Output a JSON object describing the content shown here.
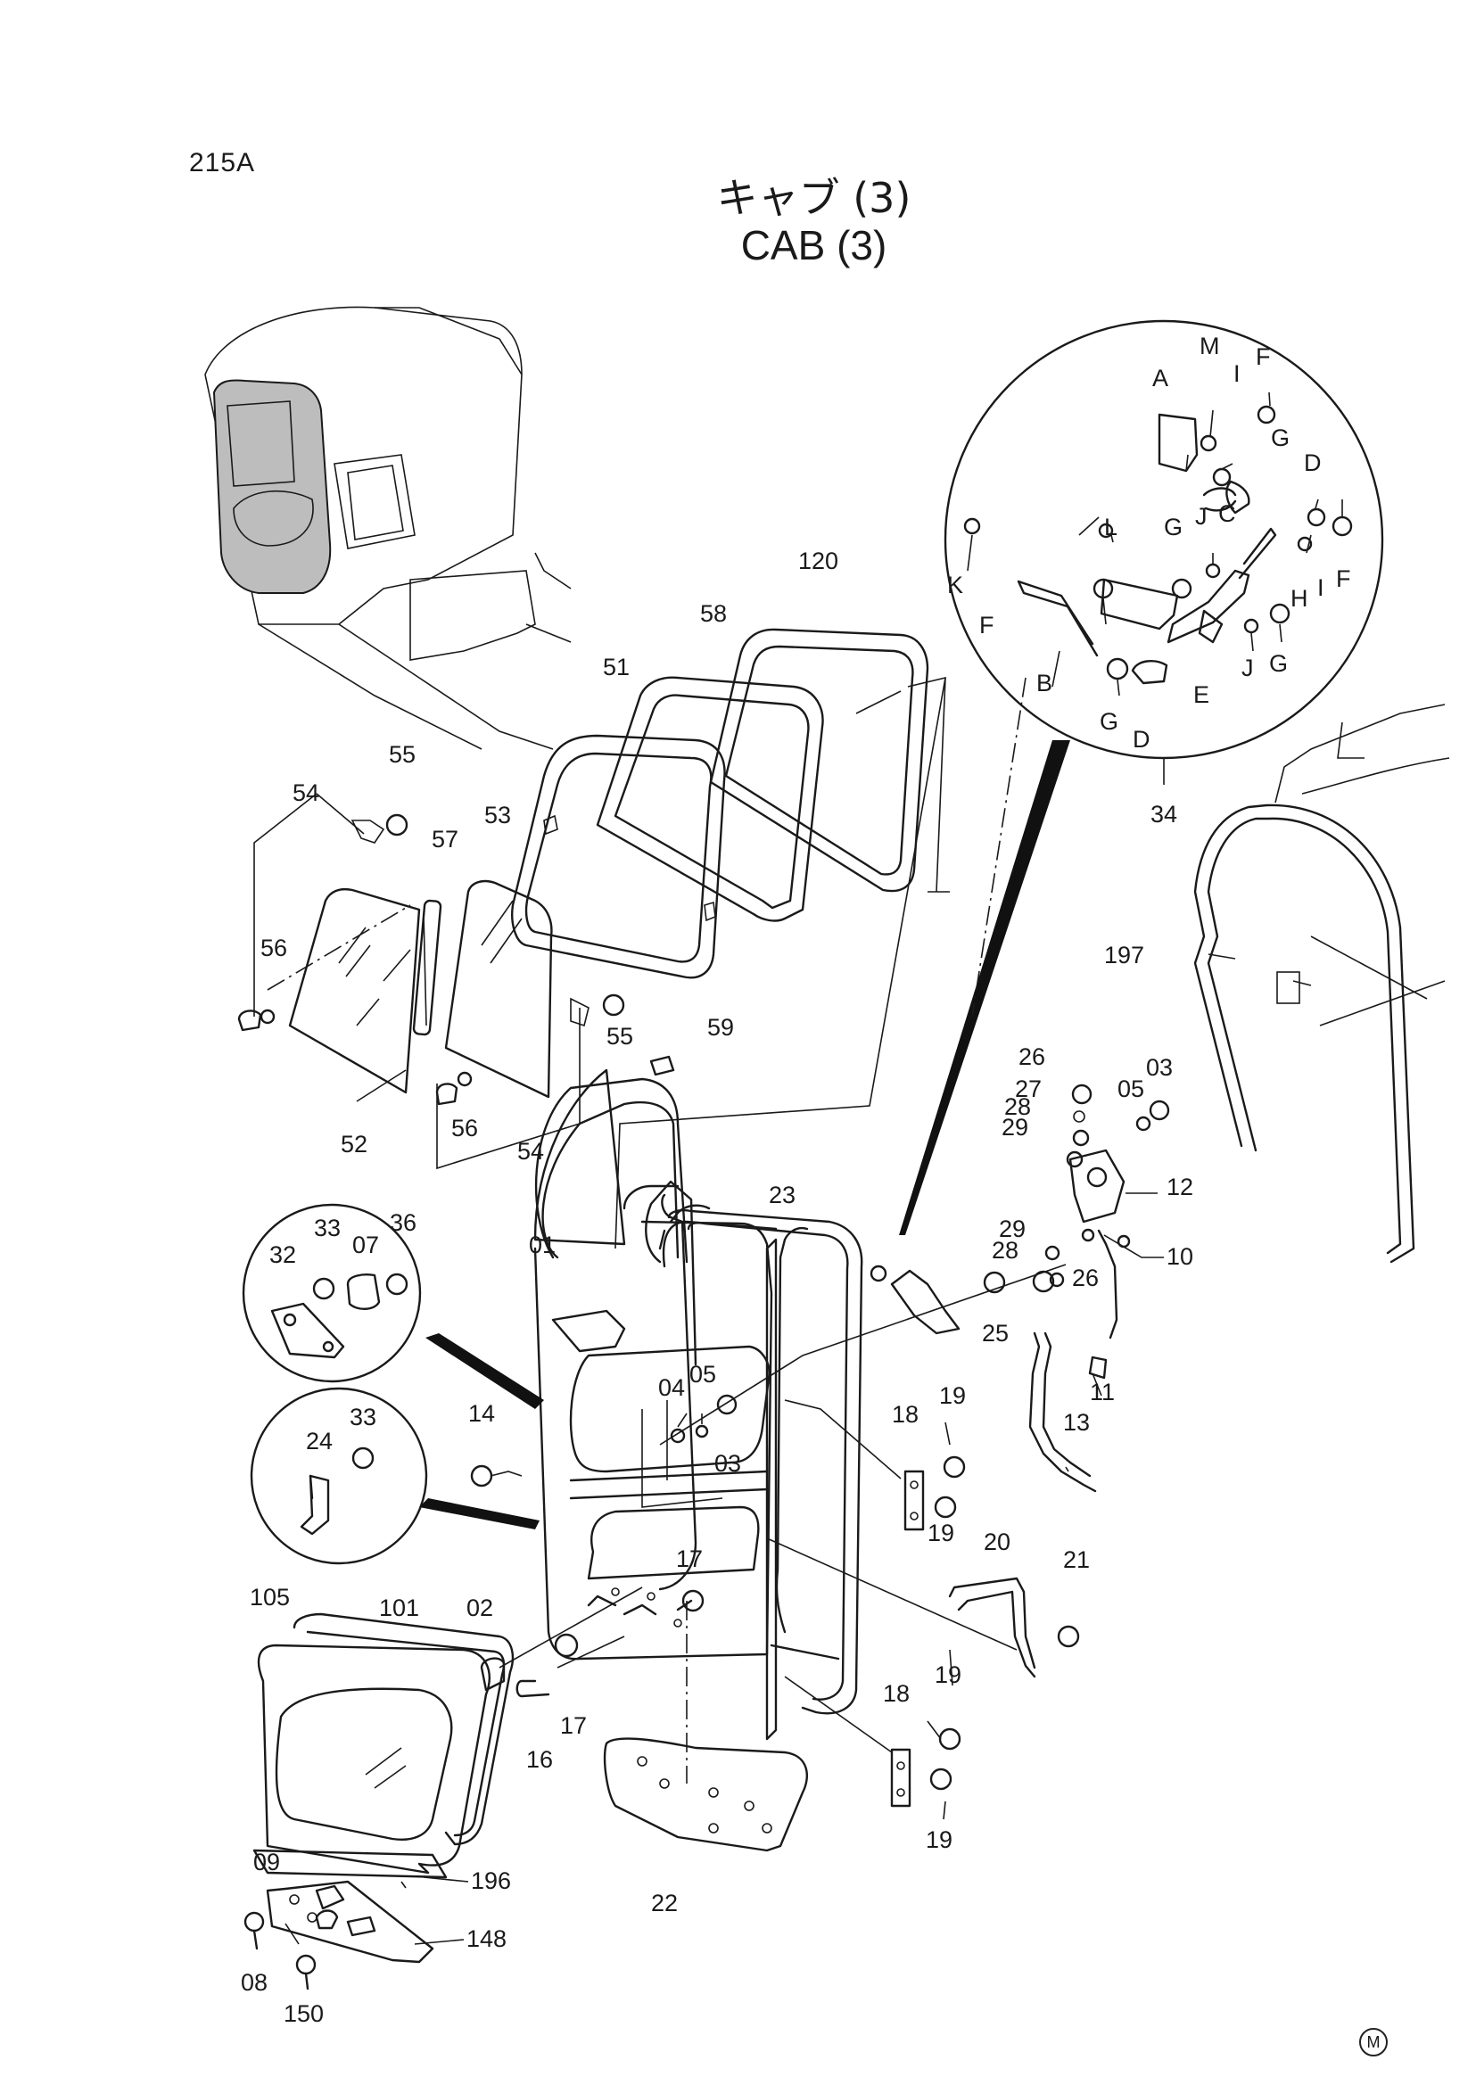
{
  "header": {
    "page_code": "215A",
    "title_jp": "キャブ (3)",
    "title_en": "CAB (3)"
  },
  "footer": {
    "mark": "M"
  },
  "callouts": [
    {
      "id": "c120",
      "text": "120"
    },
    {
      "id": "c58",
      "text": "58"
    },
    {
      "id": "c51",
      "text": "51"
    },
    {
      "id": "c55a",
      "text": "55"
    },
    {
      "id": "c54a",
      "text": "54"
    },
    {
      "id": "c57",
      "text": "57"
    },
    {
      "id": "c53",
      "text": "53"
    },
    {
      "id": "c56a",
      "text": "56"
    },
    {
      "id": "c59",
      "text": "59"
    },
    {
      "id": "c55b",
      "text": "55"
    },
    {
      "id": "c52",
      "text": "52"
    },
    {
      "id": "c56b",
      "text": "56"
    },
    {
      "id": "c54b",
      "text": "54"
    },
    {
      "id": "c34",
      "text": "34"
    },
    {
      "id": "c197",
      "text": "197"
    },
    {
      "id": "c26a",
      "text": "26"
    },
    {
      "id": "c27",
      "text": "27"
    },
    {
      "id": "c28a",
      "text": "28"
    },
    {
      "id": "c29a",
      "text": "29"
    },
    {
      "id": "c05a",
      "text": "05"
    },
    {
      "id": "c03a",
      "text": "03"
    },
    {
      "id": "c12",
      "text": "12"
    },
    {
      "id": "c29b",
      "text": "29"
    },
    {
      "id": "c28b",
      "text": "28"
    },
    {
      "id": "c26b",
      "text": "26"
    },
    {
      "id": "c10",
      "text": "10"
    },
    {
      "id": "c25",
      "text": "25"
    },
    {
      "id": "c11",
      "text": "11"
    },
    {
      "id": "c13",
      "text": "13"
    },
    {
      "id": "c23",
      "text": "23"
    },
    {
      "id": "c01",
      "text": "01"
    },
    {
      "id": "c33a",
      "text": "33"
    },
    {
      "id": "c36",
      "text": "36"
    },
    {
      "id": "c32",
      "text": "32"
    },
    {
      "id": "c07",
      "text": "07"
    },
    {
      "id": "c24",
      "text": "24"
    },
    {
      "id": "c33b",
      "text": "33"
    },
    {
      "id": "c14",
      "text": "14"
    },
    {
      "id": "c04",
      "text": "04"
    },
    {
      "id": "c05b",
      "text": "05"
    },
    {
      "id": "c03b",
      "text": "03"
    },
    {
      "id": "c18a",
      "text": "18"
    },
    {
      "id": "c19a",
      "text": "19"
    },
    {
      "id": "c19b",
      "text": "19"
    },
    {
      "id": "c17a",
      "text": "17"
    },
    {
      "id": "c20",
      "text": "20"
    },
    {
      "id": "c21",
      "text": "21"
    },
    {
      "id": "c105",
      "text": "105"
    },
    {
      "id": "c101",
      "text": "101"
    },
    {
      "id": "c02",
      "text": "02"
    },
    {
      "id": "c17b",
      "text": "17"
    },
    {
      "id": "c16",
      "text": "16"
    },
    {
      "id": "c18b",
      "text": "18"
    },
    {
      "id": "c19c",
      "text": "19"
    },
    {
      "id": "c19d",
      "text": "19"
    },
    {
      "id": "c22",
      "text": "22"
    },
    {
      "id": "c09",
      "text": "09"
    },
    {
      "id": "c196",
      "text": "196"
    },
    {
      "id": "c08",
      "text": "08"
    },
    {
      "id": "c148",
      "text": "148"
    },
    {
      "id": "c150",
      "text": "150"
    },
    {
      "id": "dA",
      "text": "A"
    },
    {
      "id": "dM",
      "text": "M"
    },
    {
      "id": "dI1",
      "text": "I"
    },
    {
      "id": "dF1",
      "text": "F"
    },
    {
      "id": "dG1",
      "text": "G"
    },
    {
      "id": "dD1",
      "text": "D"
    },
    {
      "id": "dC",
      "text": "C"
    },
    {
      "id": "dL",
      "text": "L"
    },
    {
      "id": "dG2",
      "text": "G"
    },
    {
      "id": "dJ1",
      "text": "J"
    },
    {
      "id": "dK",
      "text": "K"
    },
    {
      "id": "dF2",
      "text": "F"
    },
    {
      "id": "dH",
      "text": "H"
    },
    {
      "id": "dI2",
      "text": "I"
    },
    {
      "id": "dF3",
      "text": "F"
    },
    {
      "id": "dB",
      "text": "B"
    },
    {
      "id": "dG3",
      "text": "G"
    },
    {
      "id": "dD2",
      "text": "D"
    },
    {
      "id": "dE",
      "text": "E"
    },
    {
      "id": "dJ2",
      "text": "J"
    },
    {
      "id": "dG4",
      "text": "G"
    }
  ]
}
